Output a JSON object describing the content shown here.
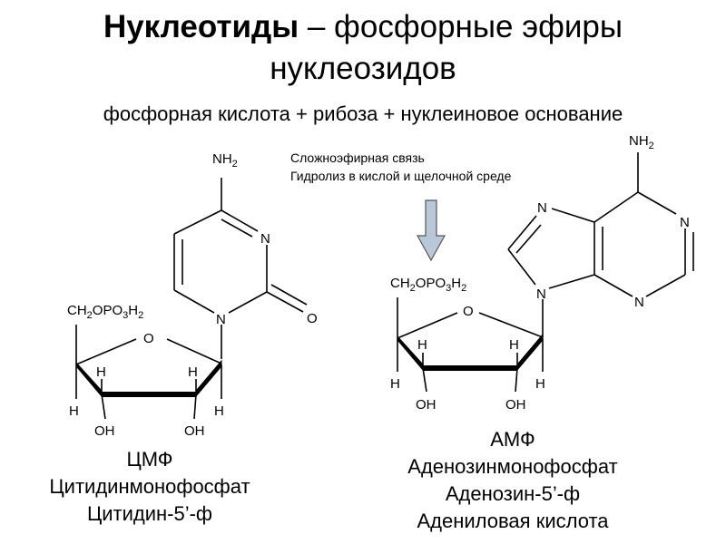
{
  "title": {
    "part1_bold": "Нуклеотиды",
    "part1_rest": " – фосфорные эфиры",
    "line2": "нуклеозидов"
  },
  "subtitle": "фосфорная кислота + рибоза + нуклеиновое основание",
  "note": {
    "line1": "Сложноэфирная связь",
    "line2": "Гидролиз в кислой и щелочной среде"
  },
  "cmp": {
    "labels": {
      "nh2_n": "NH",
      "nh2_sub": "2",
      "n3": "N",
      "n1": "N",
      "o": "O",
      "ring_o": "O",
      "ch2_a": "CH",
      "ch2_s1": "2",
      "ch2_b": "OPO",
      "ch2_s2": "3",
      "ch2_c": "H",
      "ch2_s3": "2",
      "h1": "H",
      "h2": "H",
      "h3": "H",
      "h4": "H",
      "oh1": "OH",
      "oh2": "OH"
    },
    "caption": [
      "ЦМФ",
      "Цитидинмонофосфат",
      "Цитидин-5’-ф"
    ]
  },
  "amp": {
    "labels": {
      "nh2_n": "NH",
      "nh2_sub": "2",
      "n7": "N",
      "n1": "N",
      "n3": "N",
      "n9": "N",
      "ring_o": "O",
      "ch2_a": "CH",
      "ch2_s1": "2",
      "ch2_b": "OPO",
      "ch2_s2": "3",
      "ch2_c": "H",
      "ch2_s3": "2",
      "h1": "H",
      "h2": "H",
      "h3": "H",
      "h4": "H",
      "oh1": "OH",
      "oh2": "OH"
    },
    "caption": [
      "АМФ",
      "Аденозинмонофосфат",
      "Аденозин-5’-ф",
      "Адениловая кислота"
    ]
  },
  "colors": {
    "arrow_fill": "#b8c8d8",
    "arrow_stroke": "#555555",
    "ink": "#000000"
  }
}
